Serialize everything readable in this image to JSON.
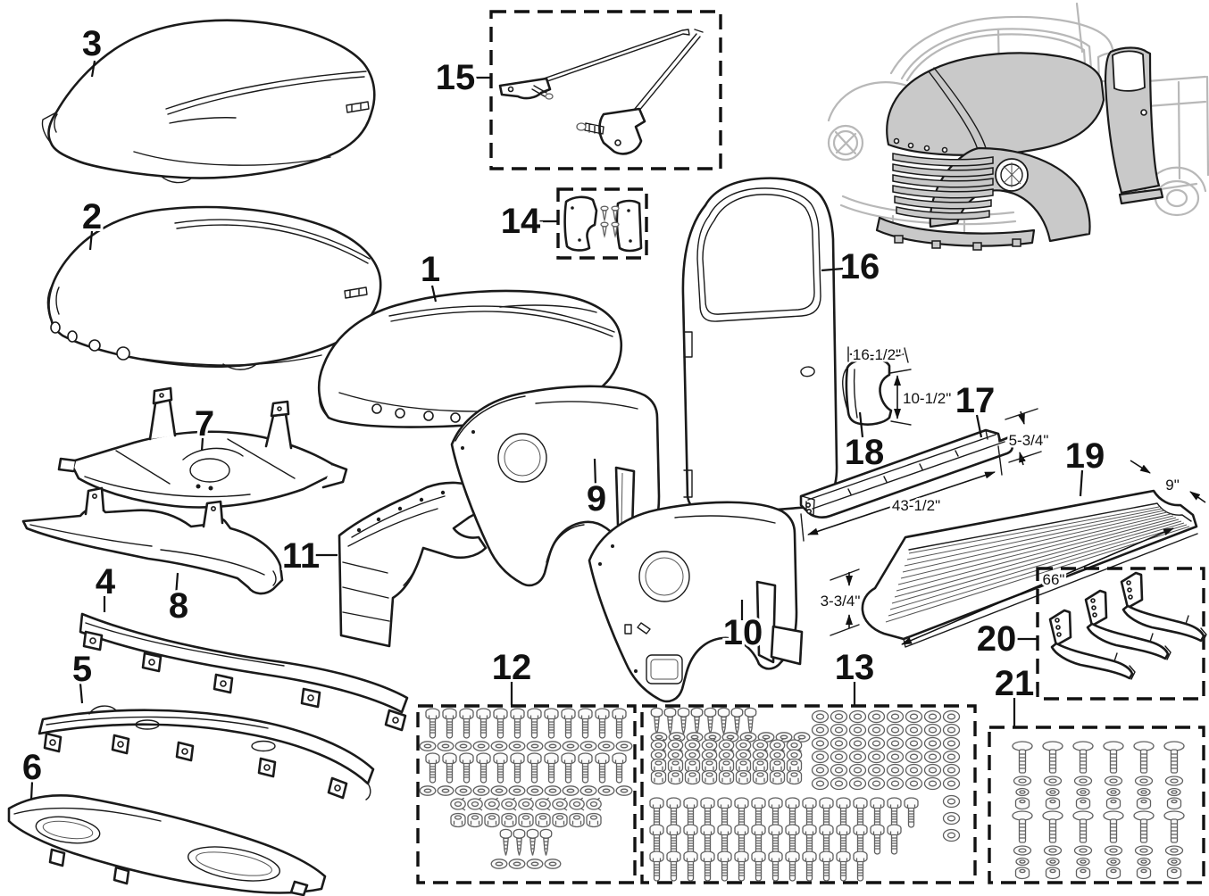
{
  "diagram": {
    "colors": {
      "line": "#1a1a1a",
      "highlight_fill": "#c9c9c9",
      "ghost": "#b8b8b8",
      "background": "#ffffff"
    },
    "callouts": {
      "c1": "1",
      "c2": "2",
      "c3": "3",
      "c4": "4",
      "c5": "5",
      "c6": "6",
      "c7": "7",
      "c8": "8",
      "c9": "9",
      "c10": "10",
      "c11": "11",
      "c12": "12",
      "c13": "13",
      "c14": "14",
      "c15": "15",
      "c16": "16",
      "c17": "17",
      "c18": "18",
      "c19": "19",
      "c20": "20",
      "c21": "21"
    },
    "dimensions": {
      "cowl_width": "16-1/2\"",
      "cowl_height": "10-1/2\"",
      "rocker_height": "5-3/4\"",
      "rocker_length": "43-1/2\"",
      "board_step": "9\"",
      "board_length": "66\"",
      "board_height": "3-3/4\""
    },
    "hardware": {
      "kit12": {
        "rows": [
          {
            "item": "hex-bolt",
            "count": 12
          },
          {
            "item": "flat-washer",
            "count": 12
          },
          {
            "item": "hex-bolt",
            "count": 12
          },
          {
            "item": "flat-washer",
            "count": 12
          },
          {
            "item": "lock-washer",
            "count": 9
          },
          {
            "item": "hex-nut",
            "count": 9
          },
          {
            "item": "screw",
            "count": 4
          },
          {
            "item": "flat-washer",
            "count": 4
          }
        ]
      },
      "kit13_left": {
        "rows": [
          {
            "item": "screw",
            "count": 8
          },
          {
            "item": "flat-washer",
            "count": 9
          },
          {
            "item": "lock-washer",
            "count": 9
          },
          {
            "item": "lock-washer",
            "count": 9
          },
          {
            "item": "hex-nut",
            "count": 9
          },
          {
            "item": "hex-nut",
            "count": 9
          }
        ]
      },
      "kit13_right": {
        "rows": [
          {
            "item": "ring-washer",
            "count": 8
          },
          {
            "item": "ring-washer",
            "count": 8
          },
          {
            "item": "ring-washer",
            "count": 8
          },
          {
            "item": "ring-washer",
            "count": 8
          },
          {
            "item": "ring-washer",
            "count": 8
          },
          {
            "item": "ring-washer",
            "count": 8
          }
        ]
      },
      "kit13_bottom": {
        "rows": [
          {
            "item": "hex-bolt",
            "count": 16
          },
          {
            "item": "hex-bolt",
            "count": 15
          },
          {
            "item": "hex-bolt",
            "count": 13
          }
        ]
      },
      "kit13_side": {
        "rows": [
          {
            "item": "ring-washer",
            "count": 1
          },
          {
            "item": "ring-washer",
            "count": 1
          },
          {
            "item": "ring-washer",
            "count": 1
          }
        ]
      },
      "kit14": {
        "rows": [
          {
            "item": "small-screw",
            "count": 2
          },
          {
            "item": "small-screw",
            "count": 2
          }
        ]
      },
      "kit21": {
        "rows": [
          {
            "item": "bolt-set",
            "count": 6
          },
          {
            "item": "bolt-set",
            "count": 6
          }
        ]
      }
    }
  }
}
